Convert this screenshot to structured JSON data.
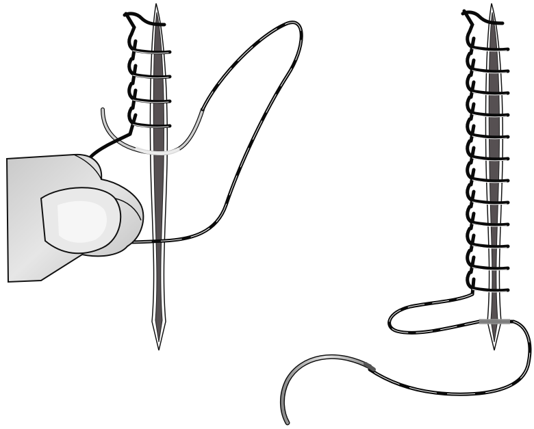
{
  "figure": {
    "panels": [
      {
        "id": "left",
        "step": "suture-in-progress",
        "loops_visible": 5,
        "has_hand": true
      },
      {
        "id": "right",
        "step": "suture-completed",
        "loops_visible": 13,
        "has_hand": false
      }
    ],
    "colors": {
      "thread": "#0a0a0a",
      "wound_dark": "#565052",
      "wound_edge": "#9a9a9a",
      "skin_gray": "#d7d7d7",
      "needle_gray": "#b8b8b8",
      "needle_dark": "#5a5a5a",
      "outline": "#111111"
    },
    "icons": [
      "needle-icon",
      "hand-icon",
      "thread-icon"
    ]
  }
}
